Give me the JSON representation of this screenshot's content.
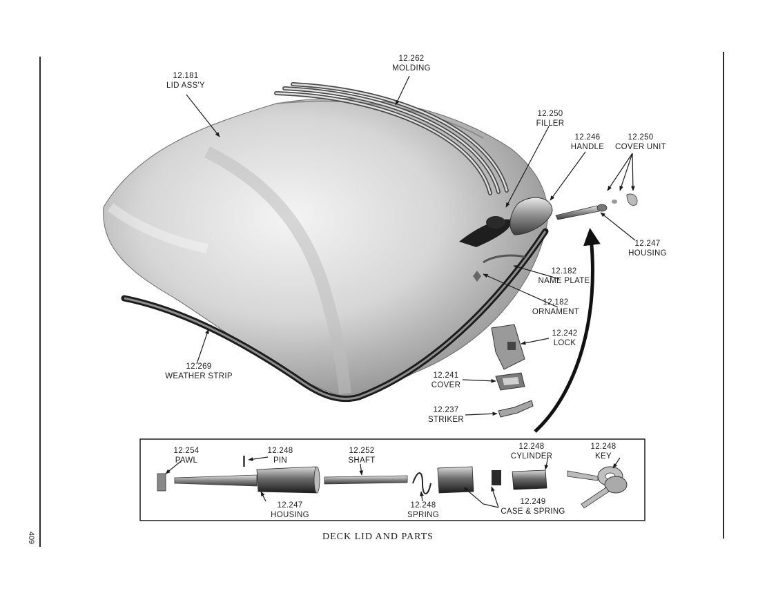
{
  "caption": "DECK LID AND PARTS",
  "page_number": "409",
  "labels": {
    "lid": {
      "num": "12.181",
      "name": "LID ASS'Y"
    },
    "molding": {
      "num": "12.262",
      "name": "MOLDING"
    },
    "filler": {
      "num": "12.250",
      "name": "FILLER"
    },
    "handle": {
      "num": "12.246",
      "name": "HANDLE"
    },
    "cover_unit": {
      "num": "12.250",
      "name": "COVER UNIT"
    },
    "housing_top": {
      "num": "12.247",
      "name": "HOUSING"
    },
    "name_plate": {
      "num": "12.182",
      "name": "NAME PLATE"
    },
    "ornament": {
      "num": "12.182",
      "name": "ORNAMENT"
    },
    "lock": {
      "num": "12.242",
      "name": "LOCK"
    },
    "cover": {
      "num": "12.241",
      "name": "COVER"
    },
    "striker": {
      "num": "12.237",
      "name": "STRIKER"
    },
    "weather_strip": {
      "num": "12.269",
      "name": "WEATHER STRIP"
    },
    "pawl": {
      "num": "12.254",
      "name": "PAWL"
    },
    "pin": {
      "num": "12.248",
      "name": "PIN"
    },
    "shaft": {
      "num": "12.252",
      "name": "SHAFT"
    },
    "cylinder": {
      "num": "12.248",
      "name": "CYLINDER"
    },
    "key": {
      "num": "12.248",
      "name": "KEY"
    },
    "housing_bottom": {
      "num": "12.247",
      "name": "HOUSING"
    },
    "spring": {
      "num": "12.248",
      "name": "SPRING"
    },
    "case_spring": {
      "num": "12.249",
      "name": "CASE & SPRING"
    }
  }
}
